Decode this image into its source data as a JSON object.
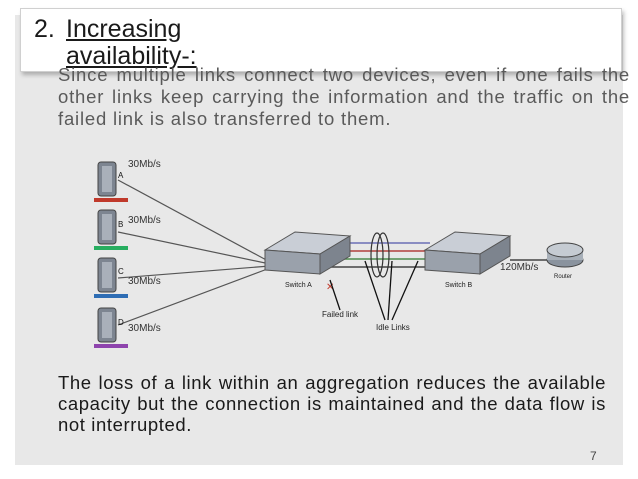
{
  "slide": {
    "title_number": "2.",
    "title": "Increasing availability-:",
    "body_top": "Since multiple links connect two devices, even if one fails the other links keep carrying the information and the traffic on the failed link is also transferred to them.",
    "body_bottom": "The loss of a link within an aggregation reduces the available capacity but the connection is maintained and the data flow is not interrupted.",
    "page_number": "7"
  },
  "diagram": {
    "servers": [
      {
        "label": "A",
        "speed": "30Mb/s",
        "color": "#c0392b"
      },
      {
        "label": "B",
        "speed": "30Mb/s",
        "color": "#27ae60"
      },
      {
        "label": "C",
        "speed": "30Mb/s",
        "color": "#2e6db4"
      },
      {
        "label": "D",
        "speed": "30Mb/s",
        "color": "#8e44ad"
      }
    ],
    "switch_a": "Switch A",
    "switch_b": "Switch B",
    "router": "Router",
    "uplink_speed": "120Mb/s",
    "failed_link_label": "Failed link",
    "idle_links_label": "Idle Links"
  }
}
